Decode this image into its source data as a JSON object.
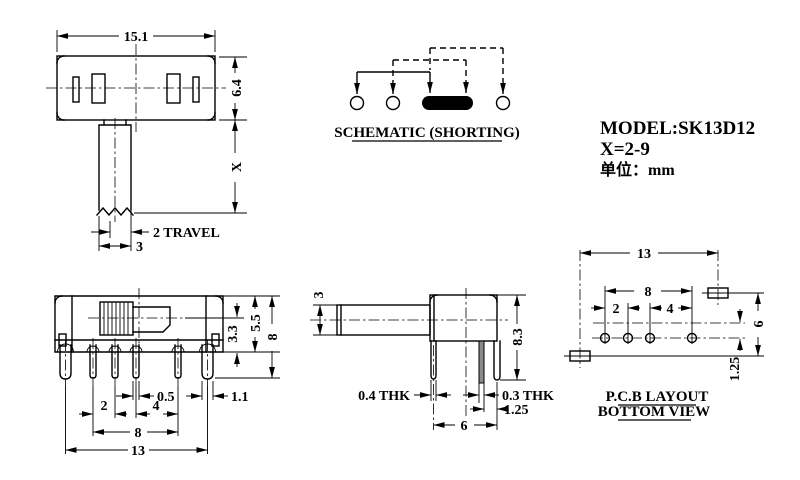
{
  "title_block": {
    "model": "MODEL:SK13D12",
    "x_range": "X=2-9",
    "units_label": "单位：mm"
  },
  "schematic": {
    "title": "SCHEMATIC (SHORTING)",
    "terminal_count": 4,
    "shorting_bar_color": "#000000"
  },
  "top_view": {
    "dim_width": "15.1",
    "dim_height": "6.4",
    "dim_x": "X",
    "dim_travel": "2 TRAVEL",
    "dim_stem_width": "3"
  },
  "front_view": {
    "dim_pin_thk": "0.5",
    "dim_outer_pin": "1.1",
    "dim_pitch_a": "2",
    "dim_pitch_b": "4",
    "dim_span": "8",
    "dim_total": "13",
    "dim_knob_h": "3.3",
    "dim_body_h": "5.5",
    "dim_total_h": "8"
  },
  "side_view": {
    "dim_stem": "3",
    "dim_height": "8.3",
    "dim_thk_left": "0.4 THK",
    "dim_thk_right": "0.3 THK",
    "dim_pin_gap": "1.25",
    "dim_depth": "6"
  },
  "pcb_view": {
    "title_line1": "P.C.B LAYOUT",
    "title_line2": "BOTTOM VIEW",
    "dim_total": "13",
    "dim_span": "8",
    "dim_pitch_a": "2",
    "dim_pitch_b": "4",
    "dim_row_gap": "6",
    "dim_center_offset": "1.25"
  },
  "colors": {
    "line": "#000000",
    "background": "#ffffff"
  }
}
